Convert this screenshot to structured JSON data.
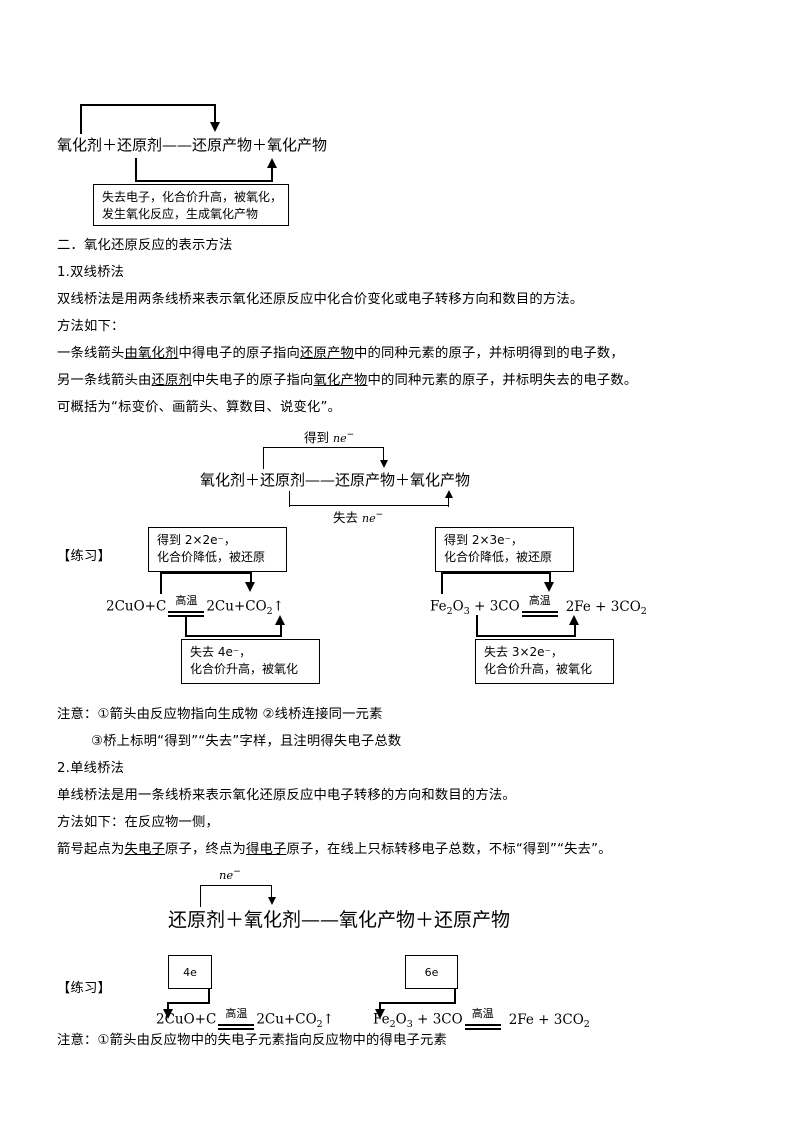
{
  "doc": {
    "title": "氧化还原反应的表示方法"
  },
  "diagram1": {
    "equation": "氧化剂＋还原剂——还原产物＋氧化产物",
    "note_line1": "失去电子，化合价升高，被氧化，",
    "note_line2": "发生氧化反应，生成氧化产物"
  },
  "section2": {
    "heading": "二．氧化还原反应的表示方法",
    "sub1": "1.双线桥法",
    "sub1_def": "双线桥法是用两条线桥来表示氧化还原反应中化合价变化或电子转移方向和数目的方法。",
    "method_label": "方法如下：",
    "line1_a": "一条线箭头",
    "line1_blank1": "由氧化剂",
    "line1_b": "中得电子的原子指向",
    "line1_blank2": "还原产物",
    "line1_c": "中的同种元素的原子，并标明得到的电子数，",
    "line2_a": "另一条线箭头由",
    "line2_blank1": "还原剂",
    "line2_b": "中失电子的原子指向",
    "line2_blank2": "氧化产物",
    "line2_c": "中的同种元素的原子，并标明失去的电子数。",
    "summary": "可概括为“标变价、画箭头、算数目、说变化”。"
  },
  "diagram2": {
    "top_label_text": "得到",
    "top_label_sym": "ne",
    "top_label_sup": "−",
    "equation": "氧化剂＋还原剂——还原产物＋氧化产物",
    "bottom_label_text": "失去",
    "bottom_label_sym": "ne",
    "bottom_label_sup": "−"
  },
  "exercise1": {
    "label": "【练习】",
    "left": {
      "top_box_line1": "得到 2×2e⁻，",
      "top_box_line2": "化合价降低，被还原",
      "eq_left": "2CuO+C",
      "condition": "高温",
      "eq_right": "2Cu+CO",
      "eq_right_sub": "2",
      "eq_right_tail": "↑",
      "bottom_box_line1": "失去 4e⁻，",
      "bottom_box_line2": "化合价升高，被氧化"
    },
    "right": {
      "top_box_line1": "得到 2×3e⁻，",
      "top_box_line2": "化合价降低，被还原",
      "eq_left_a": "Fe",
      "eq_left_a_sub": "2",
      "eq_left_b": "O",
      "eq_left_b_sub": "3",
      "eq_left_c": " + 3CO",
      "condition": "高温",
      "eq_right_a": "2Fe + 3CO",
      "eq_right_sub": "2",
      "bottom_box_line1": "失去 3×2e⁻，",
      "bottom_box_line2": "化合价升高，被氧化"
    }
  },
  "notes1": {
    "line1": "注意：①箭头由反应物指向生成物    ②线桥连接同一元素",
    "line2": "③桥上标明“得到”“失去”字样，且注明得失电子总数"
  },
  "section3": {
    "sub2": "2.单线桥法",
    "sub2_def": "单线桥法是用一条线桥来表示氧化还原反应中电子转移的方向和数目的方法。",
    "method_label": "方法如下：在反应物一侧，",
    "line_a": "箭号起点为",
    "line_blank1": "失电子",
    "line_b": "原子，终点为",
    "line_blank2": "得电子",
    "line_c": "原子，在线上只标转移电子总数，不标“得到”“失去”。"
  },
  "diagram3": {
    "bridge_sym": "ne",
    "bridge_sup": "−",
    "equation": "还原剂＋氧化剂——氧化产物＋还原产物"
  },
  "exercise2": {
    "label": "【练习】",
    "left": {
      "box_text": "4e",
      "eq_left": "2CuO+C",
      "condition": "高温",
      "eq_right": "2Cu+CO",
      "eq_right_sub": "2",
      "eq_right_tail": "↑"
    },
    "right": {
      "box_text": "6e",
      "eq_left_a": "Fe",
      "eq_left_a_sub": "2",
      "eq_left_b": "O",
      "eq_left_b_sub": "3",
      "eq_left_c": " + 3CO",
      "condition": "高温",
      "eq_right_a": "2Fe + 3CO",
      "eq_right_sub": "2"
    }
  },
  "notes2": {
    "line1": "注意：①箭头由反应物中的失电子元素指向反应物中的得电子元素"
  }
}
